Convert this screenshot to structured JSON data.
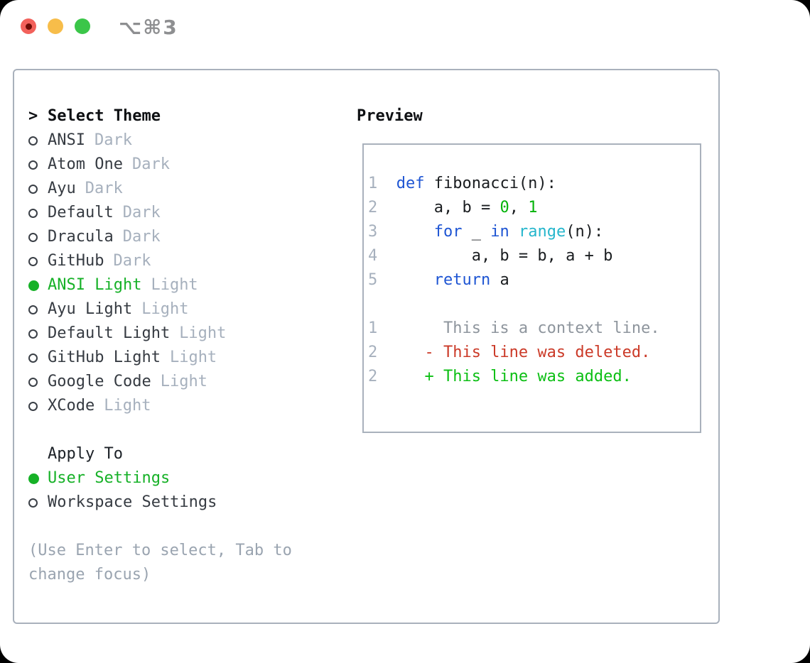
{
  "titlebar": {
    "shortcut": "⌥⌘3"
  },
  "theme_panel": {
    "header_marker": ">",
    "header": "Select Theme",
    "items": [
      {
        "name": "ANSI",
        "variant": "Dark",
        "selected": false
      },
      {
        "name": "Atom One",
        "variant": "Dark",
        "selected": false
      },
      {
        "name": "Ayu",
        "variant": "Dark",
        "selected": false
      },
      {
        "name": "Default",
        "variant": "Dark",
        "selected": false
      },
      {
        "name": "Dracula",
        "variant": "Dark",
        "selected": false
      },
      {
        "name": "GitHub",
        "variant": "Dark",
        "selected": false
      },
      {
        "name": "ANSI Light",
        "variant": "Light",
        "selected": true
      },
      {
        "name": "Ayu Light",
        "variant": "Light",
        "selected": false
      },
      {
        "name": "Default Light",
        "variant": "Light",
        "selected": false
      },
      {
        "name": "GitHub Light",
        "variant": "Light",
        "selected": false
      },
      {
        "name": "Google Code",
        "variant": "Light",
        "selected": false
      },
      {
        "name": "XCode",
        "variant": "Light",
        "selected": false
      }
    ]
  },
  "apply_panel": {
    "header": "Apply To",
    "options": [
      {
        "label": "User Settings",
        "selected": true
      },
      {
        "label": "Workspace Settings",
        "selected": false
      }
    ]
  },
  "hint": "(Use Enter to select, Tab to change focus)",
  "preview": {
    "header": "Preview",
    "lines": [
      {
        "no": "1",
        "tokens": [
          [
            "blue",
            "def"
          ],
          [
            "fg",
            " fibonacci(n):"
          ]
        ]
      },
      {
        "no": "2",
        "tokens": [
          [
            "fg",
            "    a, b = "
          ],
          [
            "green",
            "0"
          ],
          [
            "fg",
            ", "
          ],
          [
            "green",
            "1"
          ]
        ]
      },
      {
        "no": "3",
        "tokens": [
          [
            "fg",
            "    "
          ],
          [
            "blue",
            "for"
          ],
          [
            "fg",
            " _ "
          ],
          [
            "blue",
            "in"
          ],
          [
            "fg",
            " "
          ],
          [
            "cyan",
            "range"
          ],
          [
            "fg",
            "(n):"
          ]
        ]
      },
      {
        "no": "4",
        "tokens": [
          [
            "fg",
            "        a, b = b, a + b"
          ]
        ]
      },
      {
        "no": "5",
        "tokens": [
          [
            "fg",
            "    "
          ],
          [
            "blue",
            "return"
          ],
          [
            "fg",
            " a"
          ]
        ]
      },
      {
        "no": "",
        "tokens": []
      },
      {
        "no": "1",
        "tokens": [
          [
            "ctx",
            "     This is a context line."
          ]
        ]
      },
      {
        "no": "2",
        "tokens": [
          [
            "red",
            "   - This line was deleted."
          ]
        ]
      },
      {
        "no": "2",
        "tokens": [
          [
            "add",
            "   + This line was added."
          ]
        ]
      }
    ]
  },
  "colors": {
    "selection_green": "#16b127",
    "added_green": "#0cbf14",
    "code_green": "#04b30a",
    "deleted_red": "#cb3a28",
    "keyword_blue": "#1e55d3",
    "builtin_cyan": "#25b6cc",
    "muted_gray": "#a6b0bd",
    "context_gray": "#8e959d",
    "hint_gray": "#9aa4b0",
    "border_gray": "#a9b1bc",
    "traffic_red": "#f2615b",
    "traffic_yellow": "#f7bd4a",
    "traffic_green": "#3bc649"
  }
}
